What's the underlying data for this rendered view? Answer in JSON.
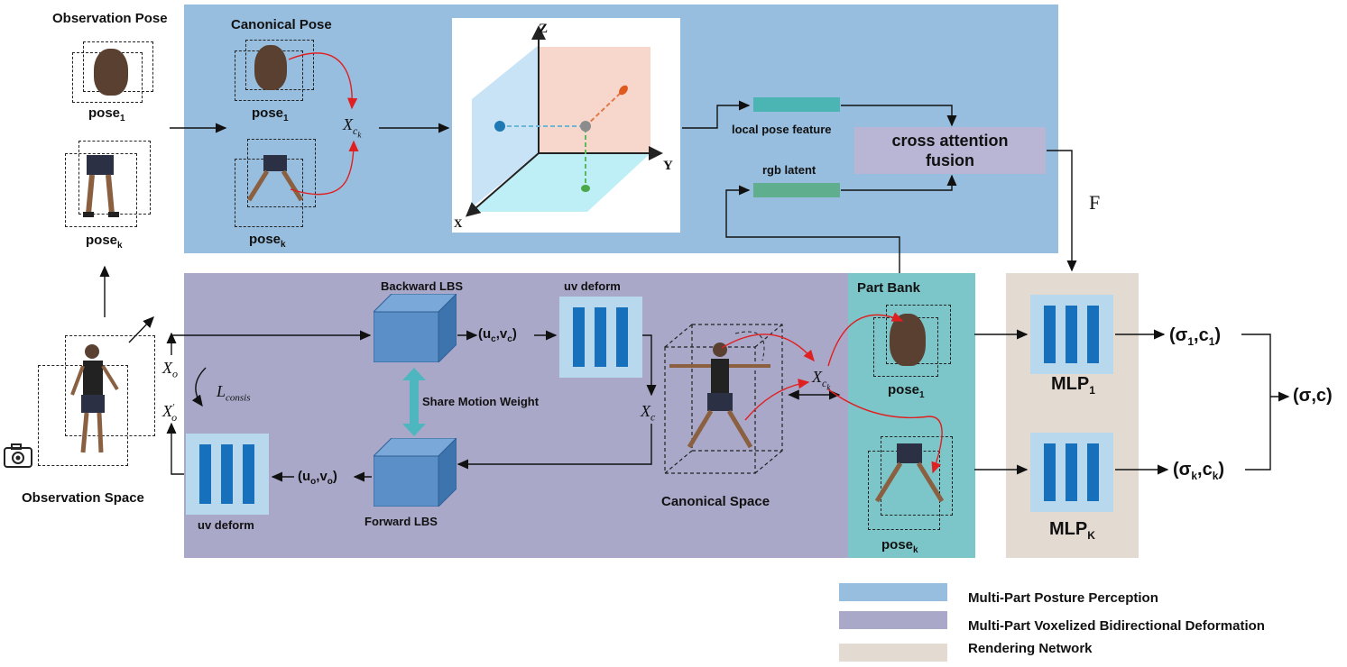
{
  "labels": {
    "observation_pose": "Observation Pose",
    "canonical_pose": "Canonical Pose",
    "pose_1": "pose",
    "pose_1_sub": "1",
    "pose_k": "pose",
    "pose_k_sub": "k",
    "x_ck": "X",
    "x_ck_sub": "c",
    "x_ck_subsub": "k",
    "local_pose_feature": "local pose feature",
    "rgb_latent": "rgb latent",
    "cross_attention_fusion": "cross attention fusion",
    "F": "F",
    "backward_lbs": "Backward LBS",
    "forward_lbs": "Forward LBS",
    "uv_deform_top": "uv deform",
    "uv_deform_bottom": "uv deform",
    "share_motion_weight": "Share Motion Weight",
    "uc_vc": "(u",
    "uo_vo": "(u",
    "x_o": "X",
    "x_o_prime": "X",
    "l_consis": "L",
    "l_consis_sub": "consis",
    "x_c": "X",
    "x_c_sub": "c",
    "canonical_space": "Canonical Space",
    "observation_space": "Observation Space",
    "part_bank": "Part Bank",
    "mlp_1": "MLP",
    "mlp_1_sub": "1",
    "mlp_k": "MLP",
    "mlp_k_sub": "K",
    "sigma1_c1": "(σ",
    "sigmak_ck": "(σ",
    "sigma_c": "(σ,c)",
    "axis_z": "Z",
    "axis_y": "Y",
    "axis_x": "X"
  },
  "legend": [
    {
      "label": "Multi-Part Posture Perception",
      "color": "#97bedf"
    },
    {
      "label": "Multi-Part Voxelized Bidirectional Deformation",
      "color": "#a9a8c9"
    },
    {
      "label": "Rendering Network",
      "color": "#e3dbd2"
    }
  ],
  "colors": {
    "posture_region": "#97bedf",
    "deformation_region": "#a9a8c9",
    "part_bank_region": "#7cc6c9",
    "rendering_region": "#e3dbd2",
    "fusion_box": "#b9b5d4",
    "feature_bar_local": "#4bb5b3",
    "feature_bar_rgb": "#5fae8e",
    "lbs_cube": "#5b8fc7",
    "mlp_bar": "#1670bb",
    "arrow_red": "#e02020",
    "share_arrow": "#4db6bf"
  }
}
